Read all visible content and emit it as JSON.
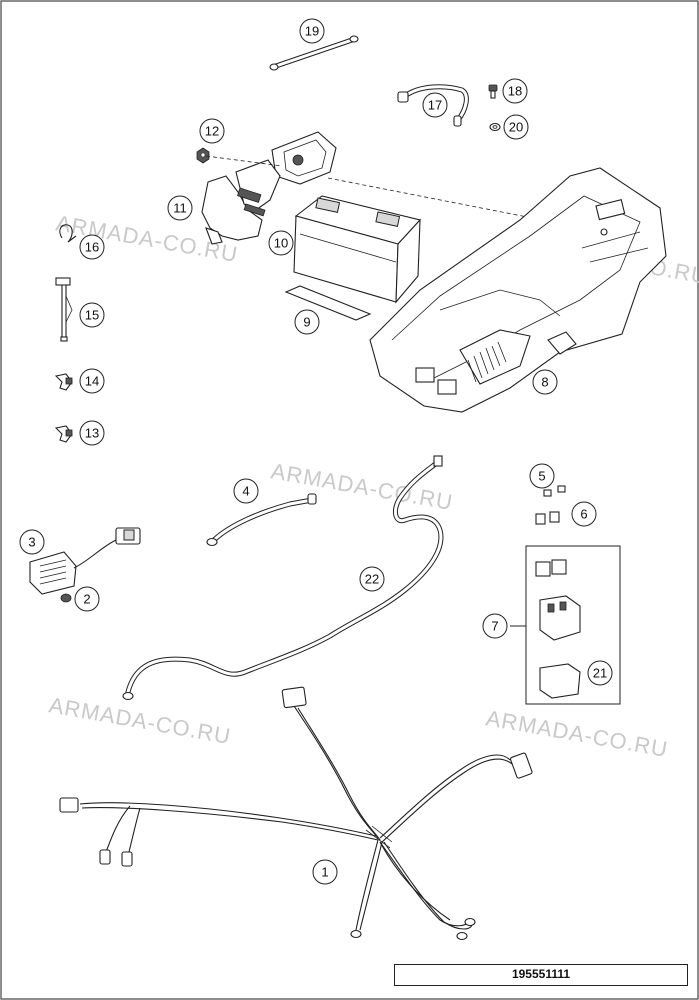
{
  "watermark": "ARMADA-CO.RU",
  "document_number": "195551111",
  "callouts": [
    "1",
    "2",
    "3",
    "4",
    "5",
    "6",
    "7",
    "8",
    "9",
    "10",
    "11",
    "12",
    "13",
    "14",
    "15",
    "16",
    "17",
    "18",
    "19",
    "20",
    "21",
    "22"
  ],
  "legend": {
    "visible": true
  }
}
